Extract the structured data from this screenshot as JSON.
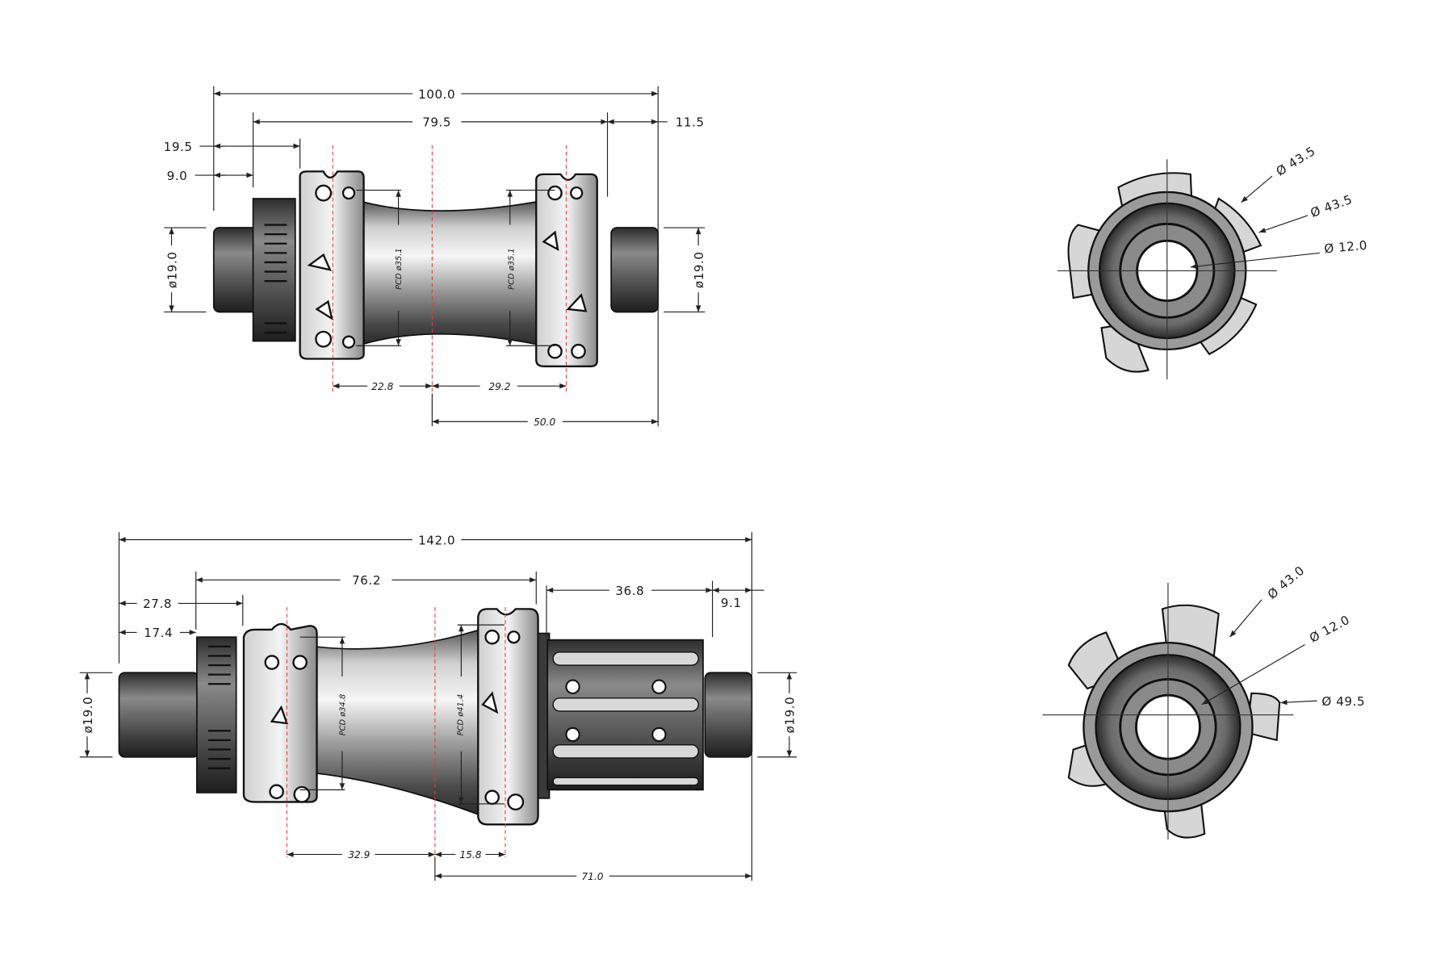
{
  "drawing": {
    "subject": "Bicycle hub technical drawing (front and rear, side and end views)",
    "front_hub_side": {
      "overall_width": "100.0",
      "flange_to_flange": "79.5",
      "right_offset": "11.5",
      "left_flange_offset": "19.5",
      "left_rotor_offset": "9.0",
      "axle_left_diameter": "ø19.0",
      "axle_right_diameter": "ø19.0",
      "pcd_left": "PCD ø35.1",
      "pcd_right": "PCD ø35.1",
      "left_flange_to_center": "22.8",
      "center_to_right_flange": "29.2",
      "center_to_end": "50.0"
    },
    "front_hub_end": {
      "flange_dia_1": "Ø 43.5",
      "flange_dia_2": "Ø 43.5",
      "axle_bore": "Ø 12.0"
    },
    "rear_hub_side": {
      "overall_width": "142.0",
      "flange_to_flange": "76.2",
      "left_flange_offset": "27.8",
      "left_rotor_offset": "17.4",
      "freehub_length": "36.8",
      "right_end_offset": "9.1",
      "axle_left_diameter": "ø19.0",
      "axle_right_diameter": "ø19.0",
      "pcd_left": "PCD ø34.8",
      "pcd_right": "PCD ø41.4",
      "left_flange_to_center": "32.9",
      "center_to_right_flange": "15.8",
      "center_to_end": "71.0"
    },
    "rear_hub_end": {
      "flange_dia": "Ø 43.0",
      "axle_bore": "Ø 12.0",
      "freehub_dia": "Ø 49.5"
    },
    "colors": {
      "line": "#222222",
      "centerline": "#e23a3a",
      "metal_light": "#f2f2f2",
      "metal_dark": "#3a3a3a"
    }
  }
}
